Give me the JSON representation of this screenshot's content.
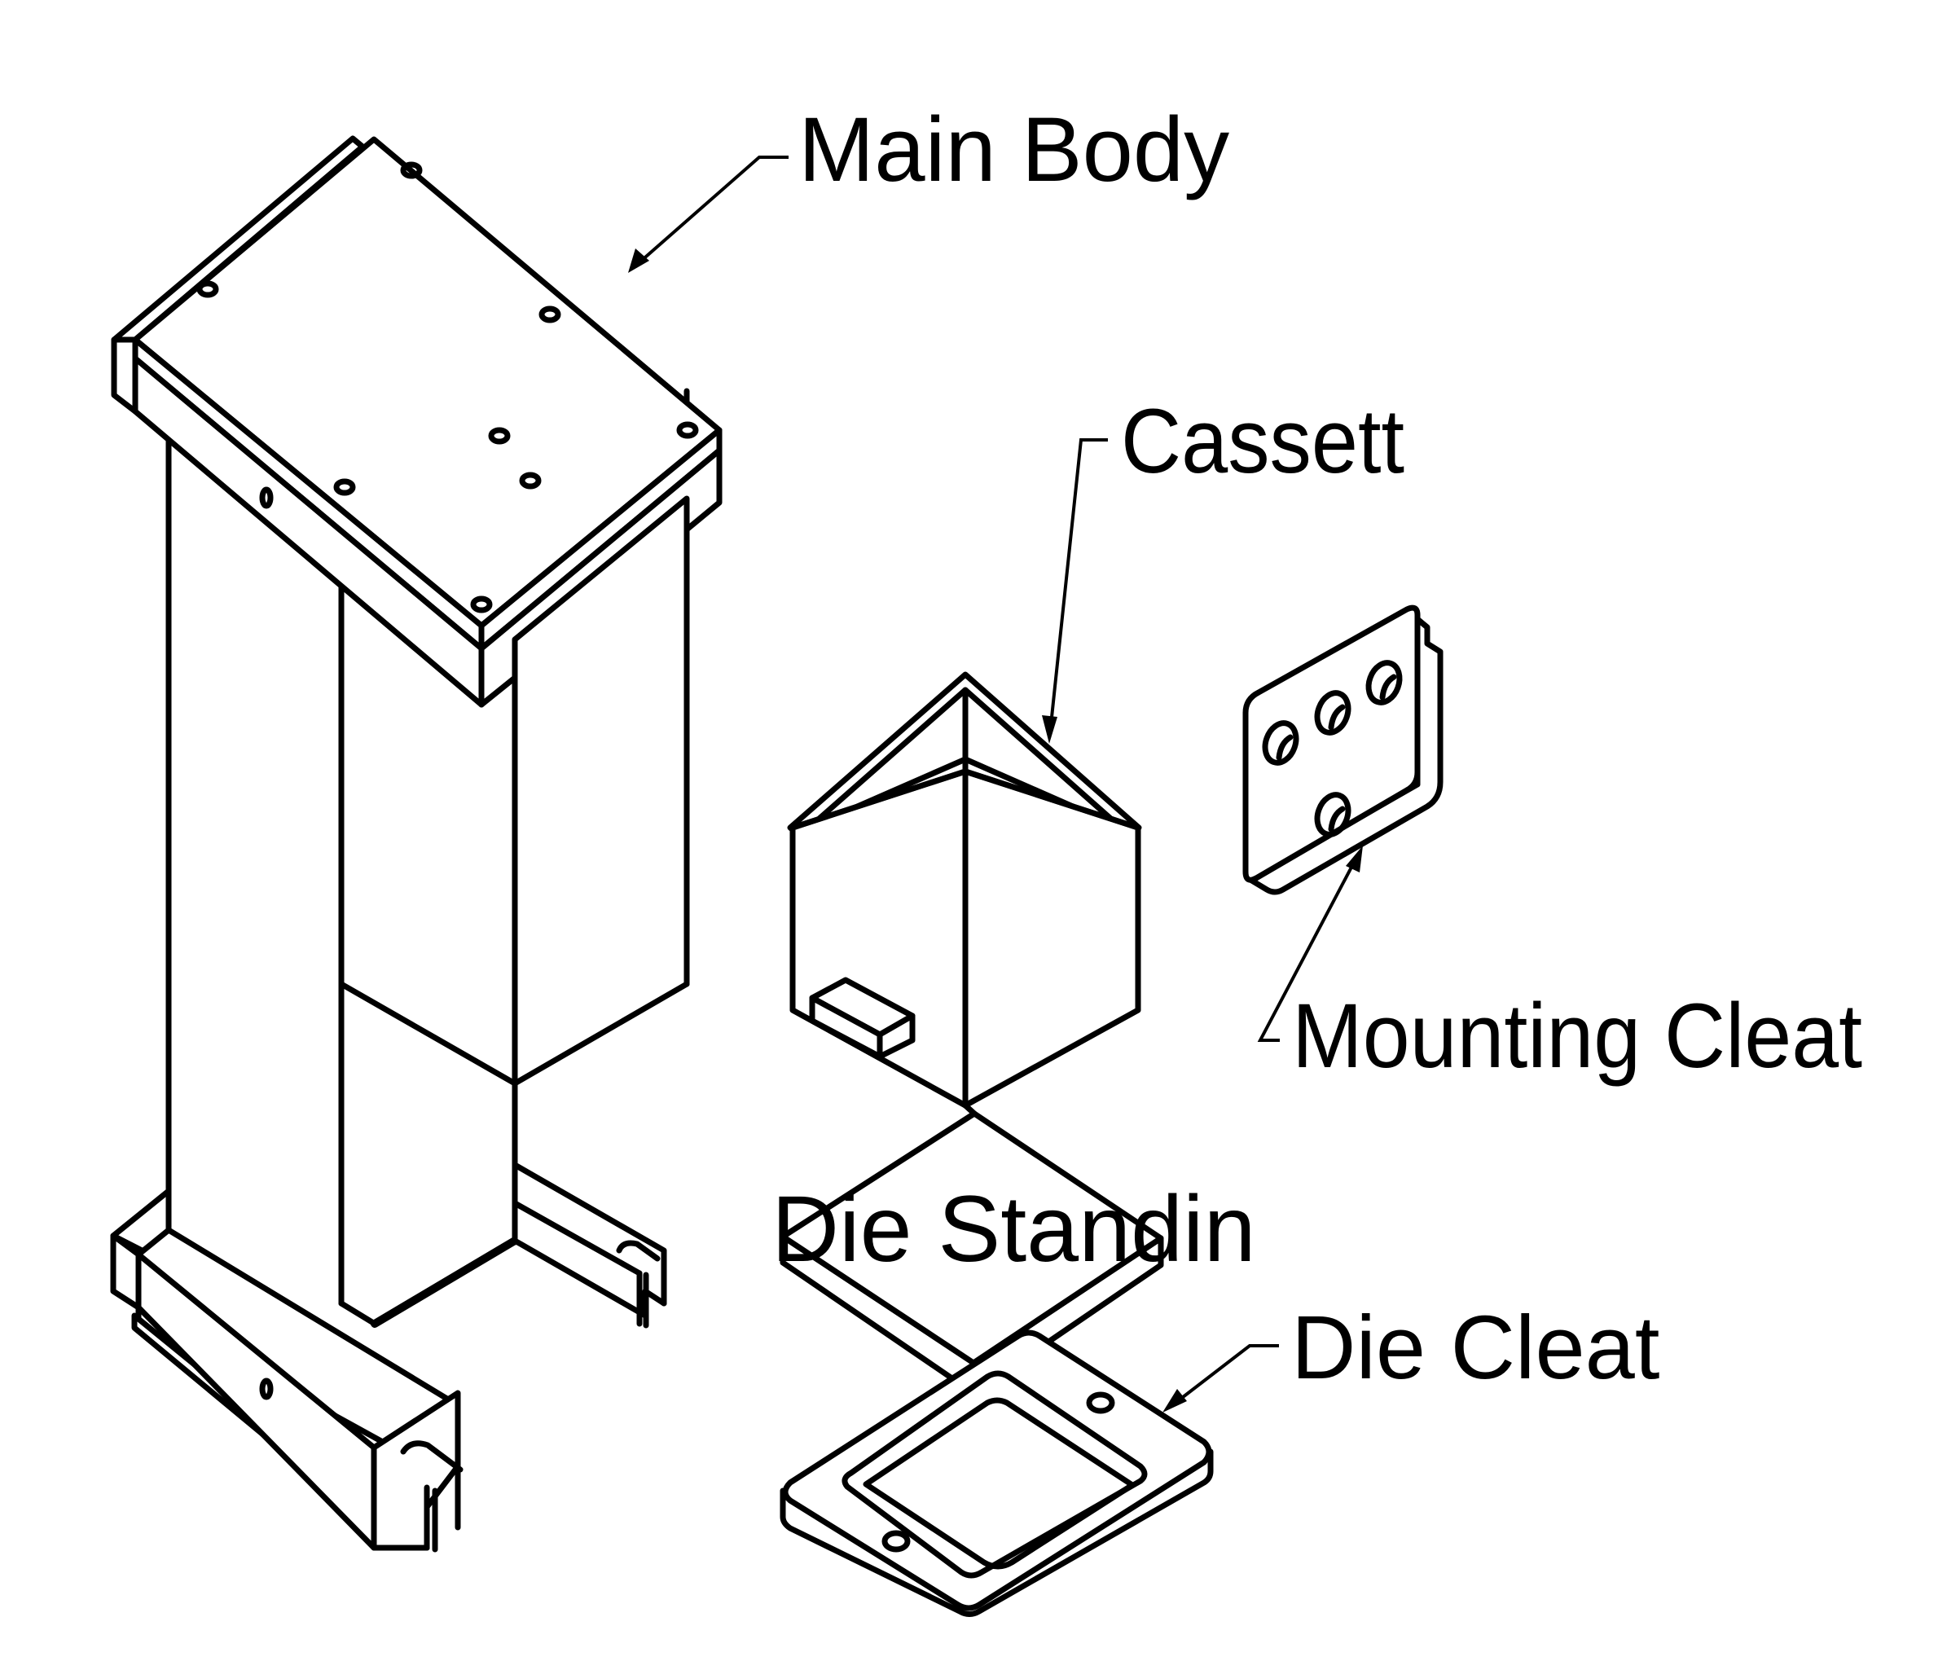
{
  "drawing": {
    "type": "exploded isometric assembly drawing",
    "line_color": "#000000",
    "background": "#ffffff"
  },
  "callouts": [
    {
      "id": "main-body",
      "label": "Main Body"
    },
    {
      "id": "cassette",
      "label": "Cassett"
    },
    {
      "id": "mounting-cleat",
      "label": "Mounting Cleat"
    },
    {
      "id": "die-standin",
      "label": "Die Standin"
    },
    {
      "id": "die-cleat",
      "label": "Die Cleat"
    }
  ],
  "parts": {
    "main_body": {
      "top_plate_holes": 8,
      "side_holes": 1,
      "legs": 2
    },
    "cassette": {
      "tab_blocks": 1
    },
    "mounting_cleat": {
      "countersunk_holes": 4
    },
    "die_standin": {},
    "die_cleat": {
      "holes": 2,
      "window": 1
    }
  }
}
